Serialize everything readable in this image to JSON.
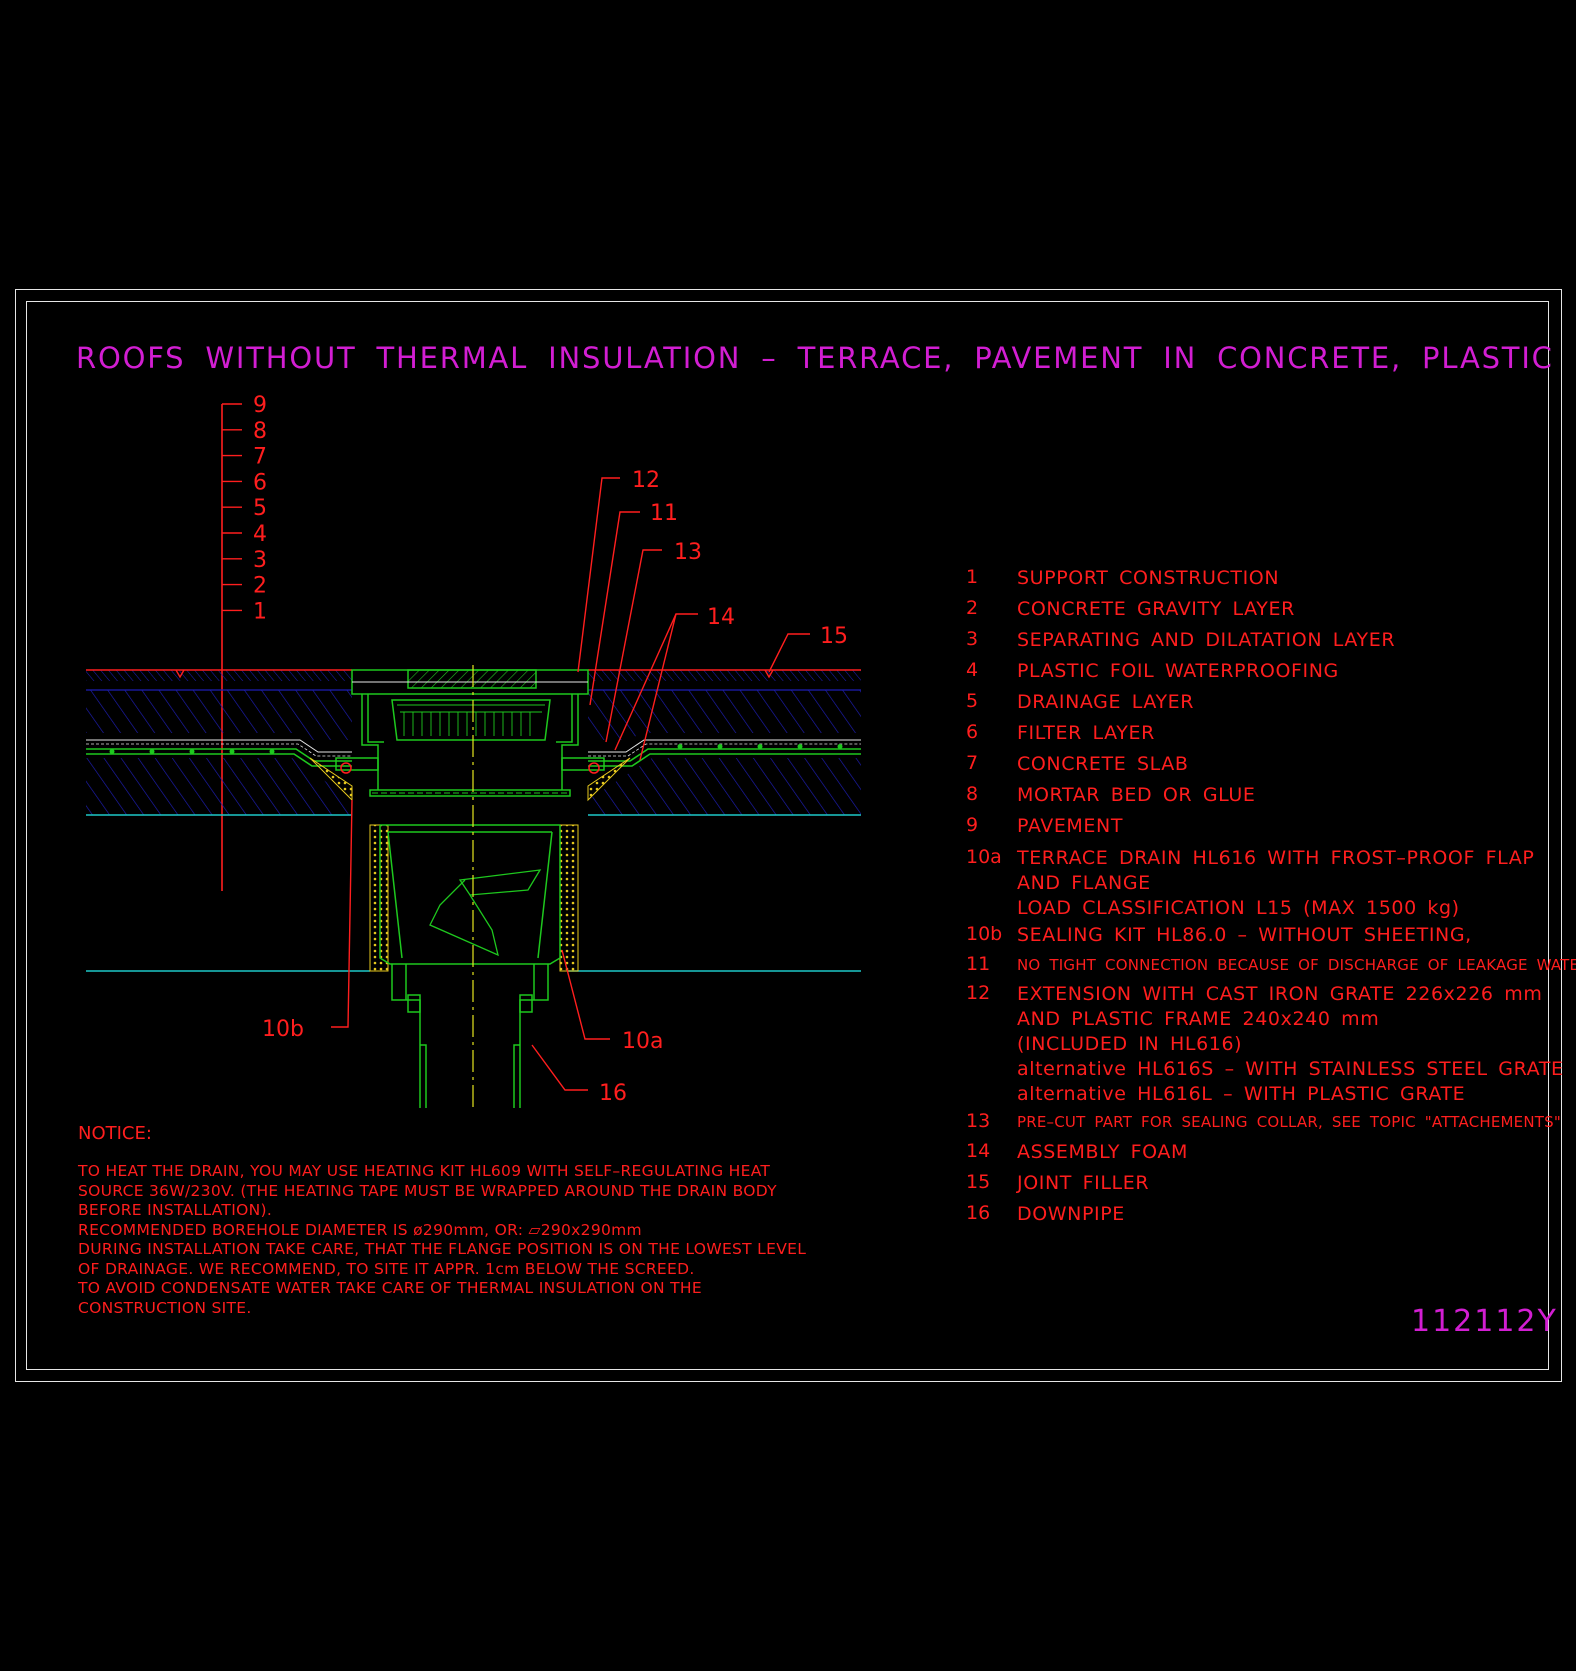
{
  "title": "ROOFS WITHOUT THERMAL INSULATION – TERRACE, PAVEMENT IN CONCRETE, PLASTIC FOIL",
  "drawing_id": "112112Y",
  "layer_scale": [
    "9",
    "8",
    "7",
    "6",
    "5",
    "4",
    "3",
    "2",
    "1"
  ],
  "callouts": {
    "c12": "12",
    "c11": "11",
    "c13": "13",
    "c14": "14",
    "c15": "15",
    "c10b": "10b",
    "c10a": "10a",
    "c16": "16"
  },
  "legend": [
    {
      "num": "1",
      "lines": [
        "SUPPORT CONSTRUCTION"
      ]
    },
    {
      "num": "2",
      "lines": [
        "CONCRETE GRAVITY LAYER"
      ]
    },
    {
      "num": "3",
      "lines": [
        "SEPARATING AND DILATATION LAYER"
      ]
    },
    {
      "num": "4",
      "lines": [
        "PLASTIC FOIL WATERPROOFING"
      ]
    },
    {
      "num": "5",
      "lines": [
        "DRAINAGE LAYER"
      ]
    },
    {
      "num": "6",
      "lines": [
        "FILTER LAYER"
      ]
    },
    {
      "num": "7",
      "lines": [
        "CONCRETE SLAB"
      ]
    },
    {
      "num": "8",
      "lines": [
        "MORTAR BED OR GLUE"
      ]
    },
    {
      "num": "9",
      "lines": [
        "PAVEMENT"
      ]
    },
    {
      "num": "10a",
      "lines": [
        "TERRACE DRAIN HL616 WITH FROST–PROOF FLAP",
        "AND FLANGE",
        "LOAD CLASSIFICATION L15 (MAX 1500 kg)"
      ]
    },
    {
      "num": "10b",
      "lines": [
        "SEALING KIT HL86.0 – WITHOUT SHEETING,"
      ]
    },
    {
      "num": "11",
      "lines": [
        "NO TIGHT CONNECTION BECAUSE OF DISCHARGE OF LEAKAGE WATER"
      ],
      "small": true
    },
    {
      "num": "12",
      "lines": [
        "EXTENSION WITH CAST IRON GRATE 226x226 mm",
        "AND PLASTIC FRAME 240x240 mm",
        "(INCLUDED IN HL616)",
        "alternative HL616S – WITH STAINLESS STEEL GRATE",
        "alternative HL616L – WITH PLASTIC GRATE"
      ]
    },
    {
      "num": "13",
      "lines": [
        "PRE–CUT PART FOR SEALING COLLAR, SEE TOPIC \"ATTACHEMENTS\""
      ],
      "small": true
    },
    {
      "num": "14",
      "lines": [
        "ASSEMBLY FOAM"
      ]
    },
    {
      "num": "15",
      "lines": [
        "JOINT FILLER"
      ]
    },
    {
      "num": "16",
      "lines": [
        "DOWNPIPE"
      ]
    }
  ],
  "notice": {
    "heading": "NOTICE:",
    "lines": [
      "TO HEAT THE DRAIN, YOU MAY USE HEATING KIT HL609 WITH SELF–REGULATING HEAT",
      "SOURCE 36W/230V. (THE HEATING TAPE MUST BE WRAPPED AROUND THE DRAIN BODY",
      "BEFORE INSTALLATION).",
      "RECOMMENDED BOREHOLE DIAMETER IS ø290mm, OR: ▱290x290mm",
      "DURING INSTALLATION TAKE CARE, THAT THE FLANGE POSITION IS ON THE LOWEST LEVEL",
      "OF DRAINAGE. WE RECOMMEND, TO SITE IT APPR. 1cm BELOW THE SCREED.",
      "TO AVOID CONDENSATE WATER TAKE CARE OF THERMAL INSULATION ON THE",
      "CONSTRUCTION SITE."
    ]
  },
  "colors": {
    "background": "#000000",
    "frame": "#e6e6e6",
    "title": "#d21ed2",
    "annotation": "#ff1e1e",
    "hatch": "#1e1eb4",
    "drain": "#1ec81e",
    "axis": "#e6e61e",
    "slab_line": "#1ec8c8",
    "foam": "#e6c81e"
  }
}
